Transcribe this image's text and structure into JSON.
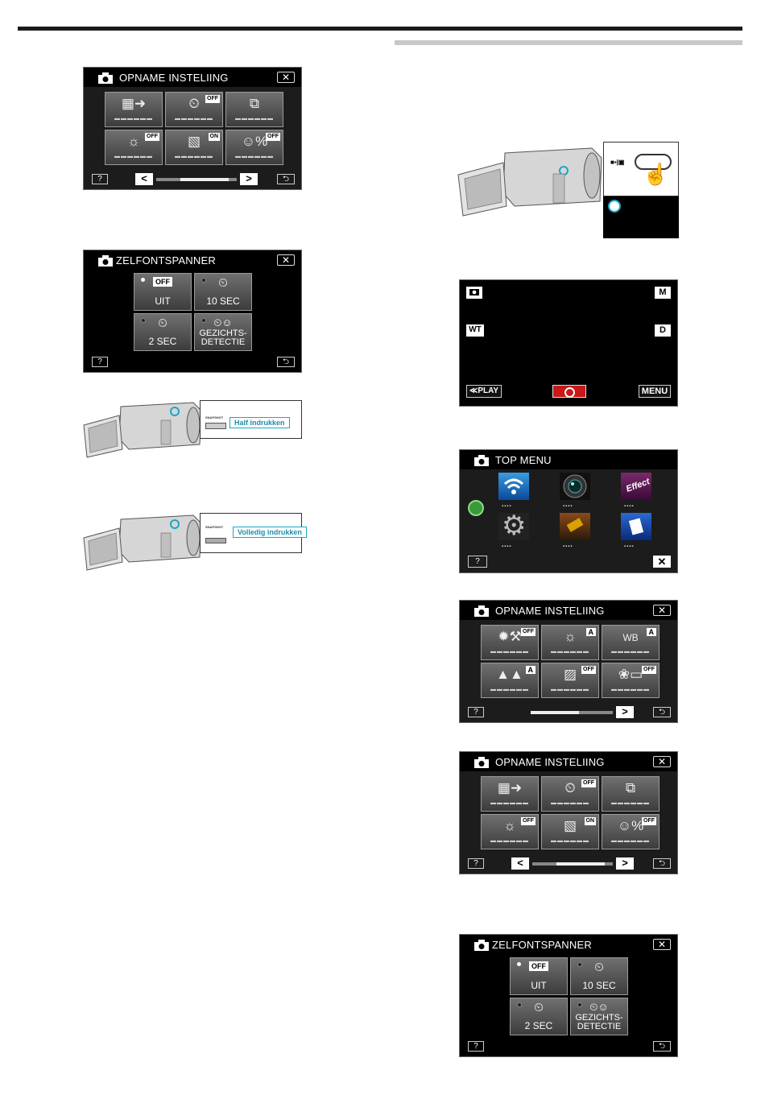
{
  "screens": {
    "opname1": {
      "title": "OPNAME INSTELIING"
    },
    "zelf1": {
      "title": "ZELFONTSPANNER",
      "opt_uit": "UIT",
      "opt_10": "10 SEC",
      "opt_2": "2 SEC",
      "opt_face": "GEZICHTS-\nDETECTIE"
    },
    "topmenu": {
      "title": "TOP MENU"
    },
    "opname_r1": {
      "title": "OPNAME INSTELIING"
    },
    "opname_r2": {
      "title": "OPNAME INSTELIING"
    },
    "zelf2": {
      "title": "ZELFONTSPANNER",
      "opt_uit": "UIT",
      "opt_10": "10 SEC",
      "opt_2": "2 SEC",
      "opt_face": "GEZICHTS-\nDETECTIE"
    }
  },
  "badges": {
    "off": "OFF",
    "on": "ON",
    "a": "A",
    "wb": "WB"
  },
  "common": {
    "help": "?",
    "close": "✕",
    "back": "⮌",
    "left": "<",
    "right": ">",
    "dashes": "▬▬▬▬▬▬",
    "menu_dashes": "▪▪▪▪"
  },
  "record_screen": {
    "m": "M",
    "wt": "WT",
    "d": "D",
    "play": "≪PLAY",
    "menu": "MENU"
  },
  "camera": {
    "snapshot": "SNAPSHOT",
    "half_press": "Half indrukken",
    "full_press": "Volledig indrukken"
  }
}
